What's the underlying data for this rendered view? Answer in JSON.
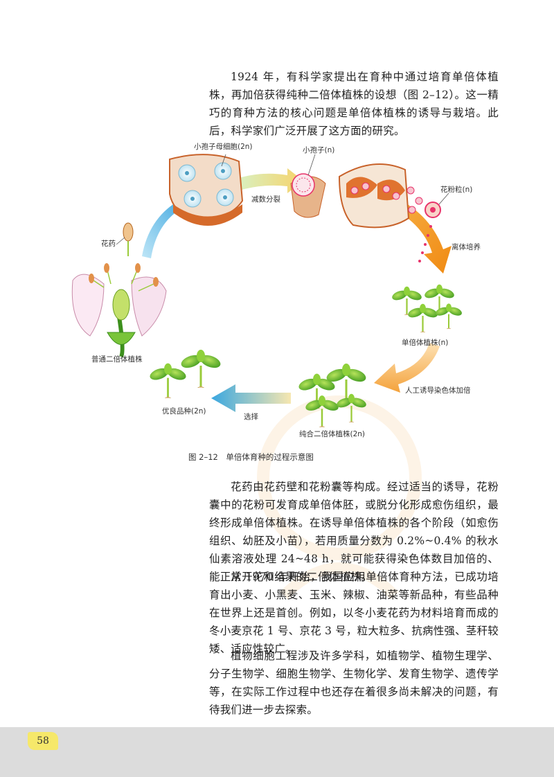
{
  "paragraphs": {
    "p1": "1924 年，有科学家提出在育种中通过培育单倍体植株，再加倍获得纯种二倍体植株的设想（图 2–12）。这一精巧的育种方法的核心问题是单倍体植株的诱导与栽培。此后，科学家们广泛开展了这方面的研究。",
    "p2": "花药由花药壁和花粉囊等构成。经过适当的诱导，花粉囊中的花粉可发育成单倍体胚，或脱分化形成愈伤组织，最终形成单倍体植株。在诱导单倍体植株的各个阶段（如愈伤组织、幼胚及小苗），若用质量分数为 0.2%~0.4% 的秋水仙素溶液处理 24~48 h，就可能获得染色体数目加倍的、能正常开花和结果的二倍体植株。",
    "p3": "从 1970 年开始，我国应用单倍体育种方法，已成功培育出小麦、小黑麦、玉米、辣椒、油菜等新品种，有些品种在世界上还是首创。例如，以冬小麦花药为材料培育而成的冬小麦京花 1 号、京花 3 号，粒大粒多、抗病性强、茎秆较矮、适应性较广。",
    "p4": "植物细胞工程涉及许多学科，如植物学、植物生理学、分子生物学、细胞生物学、生物化学、发育生物学、遗传学等，在实际工作过程中也还存在着很多尚未解决的问题，有待我们进一步去探索。"
  },
  "figure": {
    "labels": {
      "microspore_mother_cell": "小孢子母细胞(2n)",
      "microspore": "小孢子(n)",
      "meiosis": "减数分裂",
      "pollen_grain": "花粉粒(n)",
      "in_vitro_culture": "离体培养",
      "anther": "花药",
      "haploid_plant": "单倍体植株(n)",
      "diploid_plant": "普通二倍体植株",
      "chromosome_doubling": "人工诱导染色体加倍",
      "superior_variety": "优良品种(2n)",
      "selection": "选择",
      "pure_diploid": "纯合二倍体植株(2n)"
    },
    "caption": "图 2–12　单倍体育种的过程示意图"
  },
  "page_number": "58",
  "colors": {
    "arrow_blue": "#3aa7e0",
    "arrow_orange": "#f39a1e",
    "leaf_green": "#6cbb2c",
    "anther_orange": "#d97a2a",
    "pollen_pink": "#e8336a",
    "footer_gray": "#dcdcdc",
    "page_tab_yellow": "#f6e86a"
  }
}
